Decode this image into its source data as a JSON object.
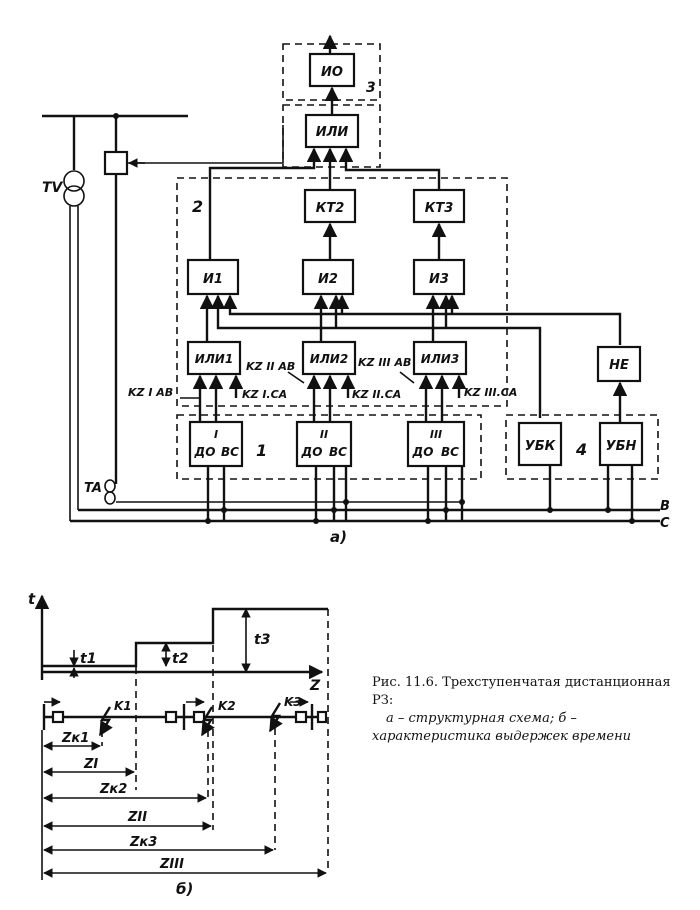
{
  "diagram_a": {
    "blocks": {
      "io": "ИО",
      "ili_top": "ИЛИ",
      "kt2": "КТ2",
      "kt3": "КТ3",
      "i1": "И1",
      "i2": "И2",
      "i3": "И3",
      "ili1": "ИЛИ1",
      "ili2": "ИЛИ2",
      "ili3": "ИЛИ3",
      "ne": "НЕ",
      "ubk": "УБК",
      "ubn": "УБН",
      "do1_num": "I",
      "do2_num": "II",
      "do3_num": "III",
      "do_label": "ДО",
      "vs_label": "ВС"
    },
    "group_labels": {
      "g1": "1",
      "g2": "2",
      "g3": "3",
      "g4": "4"
    },
    "signals": {
      "kz1_ab": "KZ I AB",
      "kz2_ab": "KZ II AB",
      "kz3_ab": "KZ III AB",
      "kz1_ca": "KZ I.CA",
      "kz2_ca": "KZ II.CA",
      "kz3_ca": "KZ III.CA"
    },
    "labels": {
      "tv": "TV",
      "ta": "TA",
      "phase_b": "B",
      "phase_c": "C"
    },
    "caption": "а)"
  },
  "diagram_b": {
    "axis_t": "t",
    "axis_z": "Z",
    "times": [
      "t1",
      "t2",
      "t3"
    ],
    "faults": [
      "K1",
      "K2",
      "K3"
    ],
    "zones": [
      "Zк1",
      "ZI",
      "Zк2",
      "ZII",
      "Zк3",
      "ZIII"
    ],
    "caption": "б)"
  },
  "figure_caption": {
    "title": "Рис. 11.6. Трехступенчатая дистанционная РЗ:",
    "body": "а – структурная схема; б – характеристика выдержек времени"
  }
}
